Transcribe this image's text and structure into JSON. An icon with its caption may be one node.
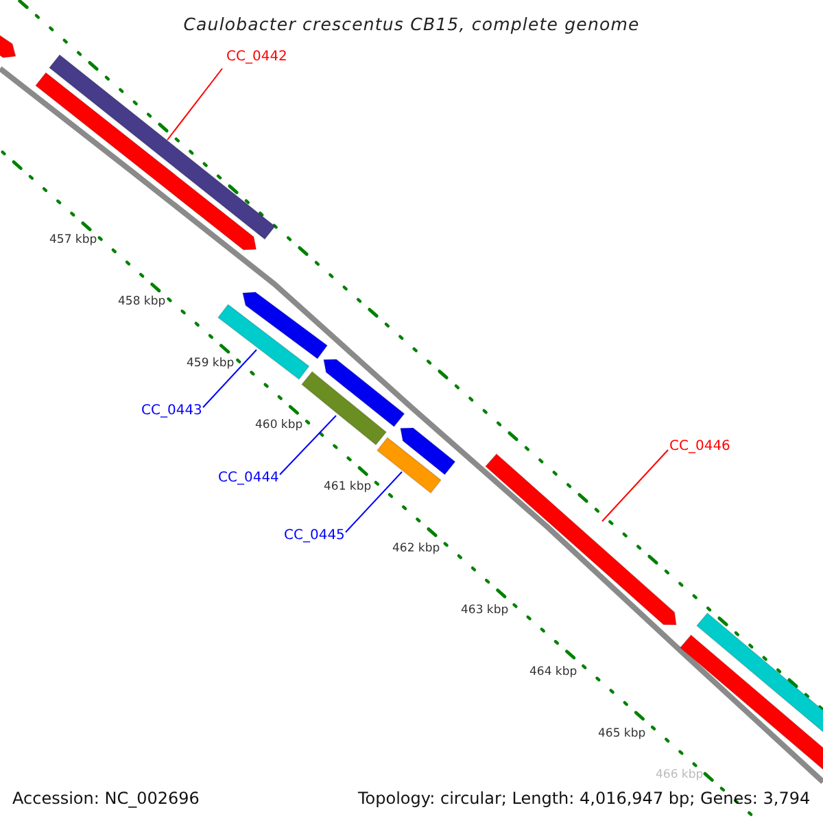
{
  "diagram": {
    "title": "Caulobacter crescentus CB15, complete genome",
    "nodes": [
      {
        "text": [
          "CC_0442"
        ]
      },
      {
        "text": [
          "CC_0443"
        ]
      },
      {
        "text": [
          "CC_0444"
        ]
      },
      {
        "text": [
          "CC_0445"
        ]
      },
      {
        "text": [
          "CC_0446"
        ]
      },
      {
        "text": [],
        "shape": "bar"
      },
      {
        "text": [],
        "shape": "bar"
      },
      {
        "text": [],
        "shape": "bar"
      },
      {
        "text": [],
        "shape": "bar"
      },
      {
        "text": [],
        "shape": "bar"
      },
      {
        "text": [],
        "shape": "bar"
      },
      {
        "text": [],
        "shape": "bar"
      },
      {
        "text": [],
        "shape": "bar"
      },
      {
        "text": [],
        "shape": "bar"
      },
      {
        "text": [],
        "shape": "bar"
      },
      {
        "text": [],
        "shape": "bar"
      },
      {
        "text": [],
        "shape": "bar"
      }
    ],
    "edges": [
      {
        "from": 0,
        "to": 6,
        "arrow": "none",
        "color": "#ff0000"
      },
      {
        "from": 1,
        "to": 9,
        "arrow": "none"
      },
      {
        "from": 2,
        "to": 11,
        "arrow": "none"
      },
      {
        "from": 3,
        "to": 13,
        "arrow": "none"
      },
      {
        "from": 4,
        "to": 14,
        "arrow": "none",
        "color": "#ff0000"
      }
    ],
    "labels": [
      "457 kbp",
      "458 kbp",
      "459 kbp",
      "460 kbp",
      "461 kbp",
      "462 kbp",
      "463 kbp",
      "464 kbp",
      "465 kbp",
      "466 kbp",
      "Accession: NC_002696",
      "Topology: circular; Length: 4,016,947 bp; Genes: 3,794"
    ]
  }
}
